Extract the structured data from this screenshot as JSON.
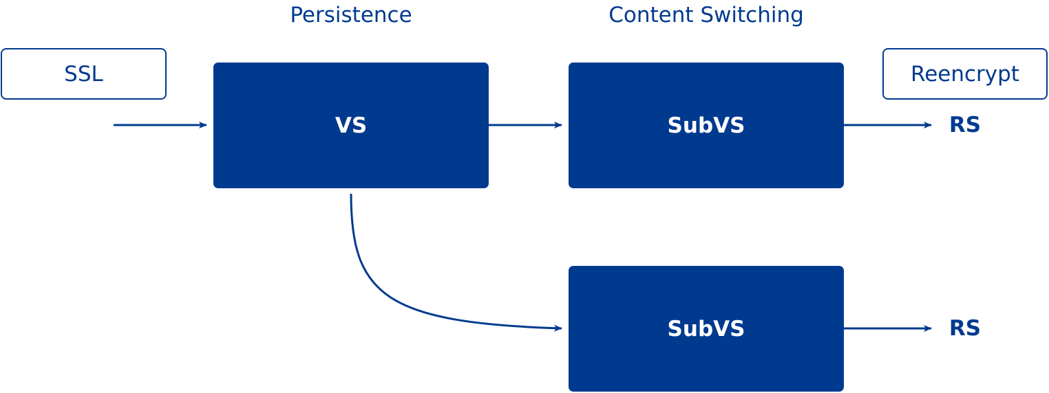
{
  "colors": {
    "primary": "#003a8f",
    "on_primary": "#ffffff",
    "background": "#ffffff"
  },
  "headings": {
    "persistence": "Persistence",
    "content_switching": "Content Switching"
  },
  "tags": {
    "ssl": "SSL",
    "reencrypt": "Reencrypt"
  },
  "nodes": {
    "vs": "VS",
    "subvs_top": "SubVS",
    "subvs_bottom": "SubVS"
  },
  "endpoints": {
    "rs_top": "RS",
    "rs_bottom": "RS"
  }
}
